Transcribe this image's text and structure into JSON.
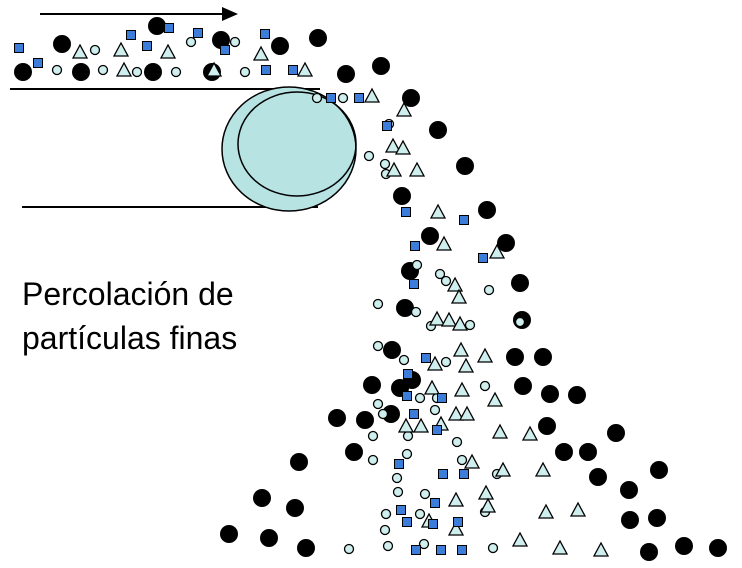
{
  "caption": {
    "line1": "Percolación de",
    "line2": "partículas finas"
  },
  "colors": {
    "large_particle": "#000000",
    "fine_particle_fill": "#cfeeee",
    "square_particle": "#3b7dd8",
    "pulley_fill": "#b7e3e3",
    "line": "#000000",
    "background": "#ffffff"
  },
  "legend_shapes": [
    "large-black-circle",
    "small-cyan-circle",
    "cyan-triangle",
    "blue-square"
  ]
}
